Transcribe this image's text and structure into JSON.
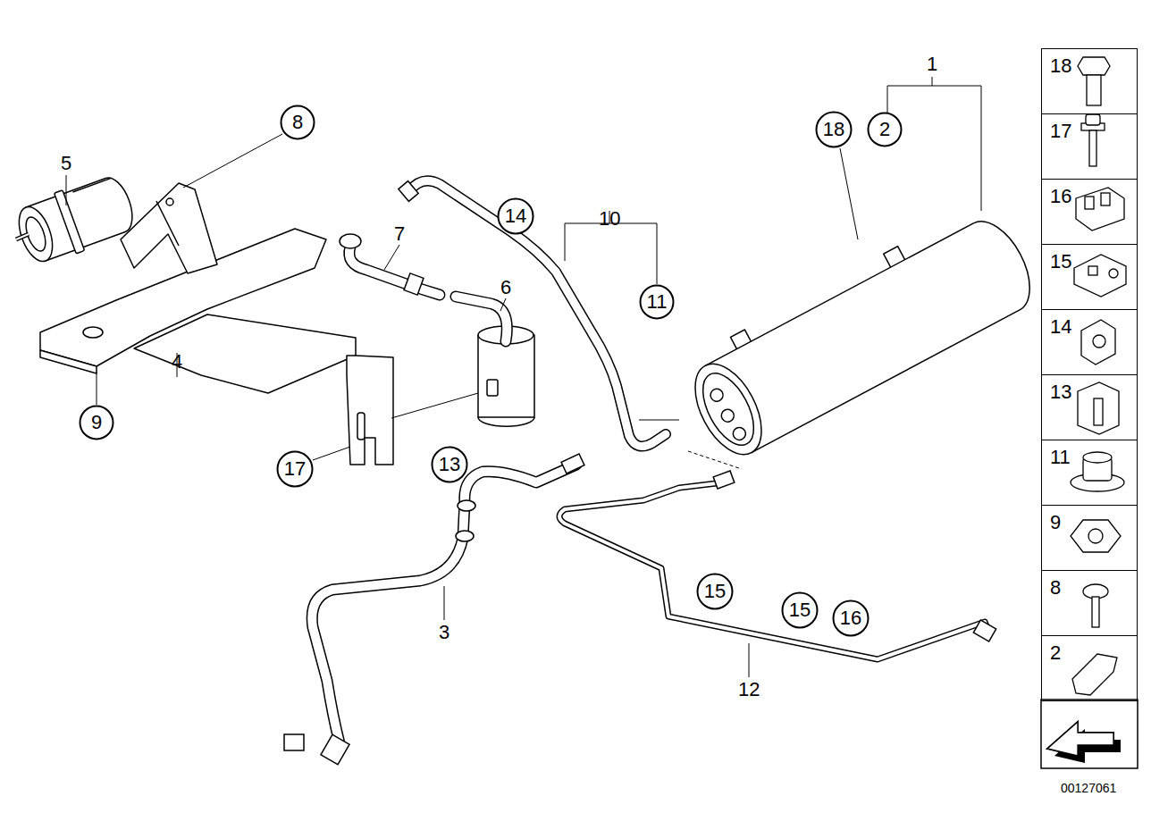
{
  "diagram": {
    "nodes": [
      {
        "text": [
          "8"
        ]
      },
      {
        "text": [
          "18"
        ]
      },
      {
        "text": [
          "2"
        ]
      },
      {
        "text": [
          "14"
        ]
      },
      {
        "text": [
          "11"
        ]
      },
      {
        "text": [
          "9"
        ]
      },
      {
        "text": [
          "13"
        ]
      },
      {
        "text": [
          "17"
        ]
      },
      {
        "text": [
          "15"
        ]
      },
      {
        "text": [
          "15"
        ]
      },
      {
        "text": [
          "16"
        ]
      },
      {
        "text": [
          "18"
        ]
      },
      {
        "text": [
          "17"
        ]
      },
      {
        "text": [
          "16"
        ]
      },
      {
        "text": [
          "15"
        ]
      },
      {
        "text": [
          "14"
        ]
      },
      {
        "text": [
          "13"
        ]
      },
      {
        "text": [
          "11"
        ]
      },
      {
        "text": [
          "9"
        ]
      },
      {
        "text": [
          "8"
        ]
      },
      {
        "text": [
          "2"
        ]
      }
    ],
    "labels": [
      "1",
      "5",
      "7",
      "10",
      "6",
      "4",
      "3",
      "12",
      "00127061"
    ]
  }
}
